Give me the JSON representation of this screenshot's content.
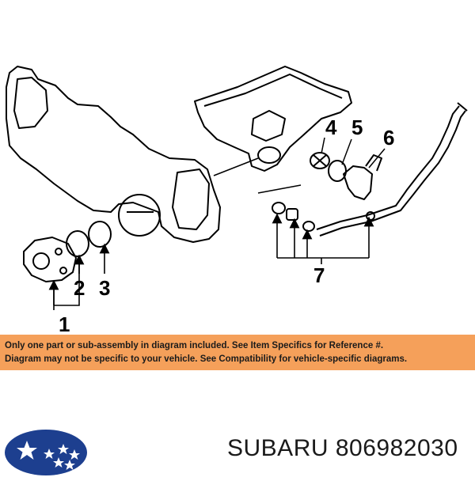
{
  "diagram": {
    "callouts": [
      "1",
      "2",
      "3",
      "4",
      "5",
      "6",
      "7"
    ]
  },
  "banner": {
    "line1": "Only one part or sub-assembly in diagram included. See Item Specifics for Reference #.",
    "line2": "Diagram may not be specific to your vehicle. See Compatibility for vehicle-specific diagrams.",
    "background_color": "#f5a05a"
  },
  "footer": {
    "brand": "SUBARU",
    "part_number": "806982030",
    "logo_icon": "subaru-star-logo-icon",
    "logo_colors": {
      "oval": "#1d3f8f",
      "stars": "#ffffff"
    }
  }
}
